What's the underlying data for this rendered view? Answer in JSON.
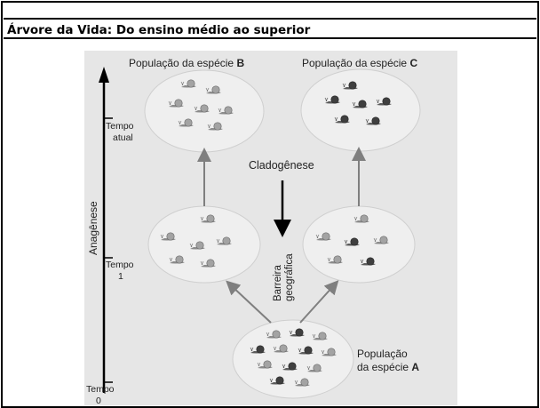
{
  "heading": "Árvore da Vida: Do ensino médio ao superior",
  "diagram": {
    "pop_b_prefix": "População da espécie ",
    "pop_b_letter": "B",
    "pop_c_prefix": "População da espécie ",
    "pop_c_letter": "C",
    "cladogenese": "Cladogênese",
    "anagenese": "Anagênese",
    "barreira_line1": "Barreira",
    "barreira_line2": "geográfica",
    "tempo_atual_line1": "Tempo",
    "tempo_atual_line2": "atual",
    "tempo1_line1": "Tempo",
    "tempo1_line2": "1",
    "tempo0_line1": "Tempo",
    "tempo0_line2": "0",
    "pop_a_line1": "População",
    "pop_a_prefix": "da espécie ",
    "pop_a_letter": "A",
    "colors": {
      "background": "#e6e6e6",
      "ellipse": "#efefef",
      "arrow": "#7f7f7f",
      "snail_light": "#9a9a9a",
      "snail_dark": "#4a4a4a"
    }
  }
}
